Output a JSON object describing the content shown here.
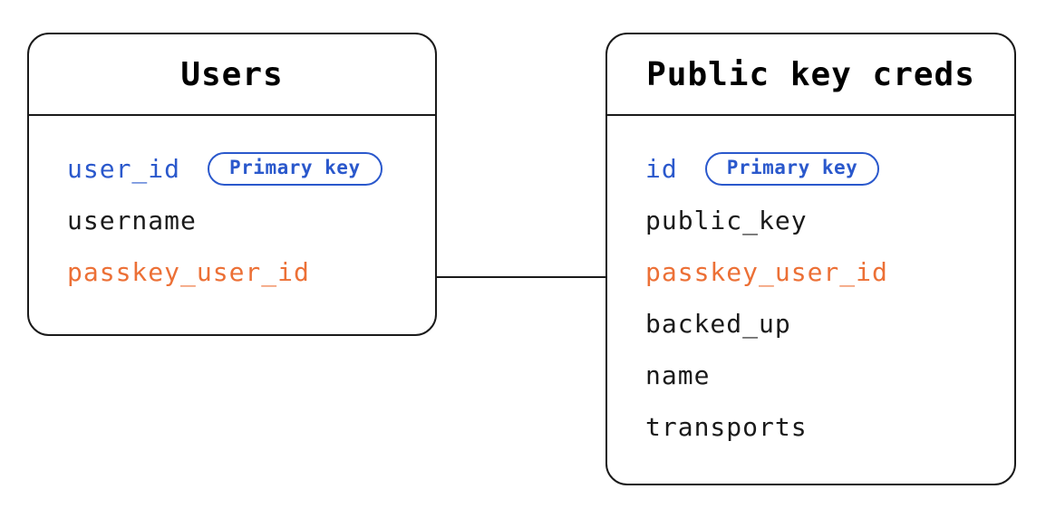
{
  "diagram": {
    "tables": [
      {
        "title": "Users",
        "fields": [
          {
            "name": "user_id",
            "badge": "Primary key",
            "color": "blue"
          },
          {
            "name": "username",
            "color": "default"
          },
          {
            "name": "passkey_user_id",
            "color": "orange"
          }
        ]
      },
      {
        "title": "Public key creds",
        "fields": [
          {
            "name": "id",
            "badge": "Primary key",
            "color": "blue"
          },
          {
            "name": "public_key",
            "color": "default"
          },
          {
            "name": "passkey_user_id",
            "color": "orange"
          },
          {
            "name": "backed_up",
            "color": "default"
          },
          {
            "name": "name",
            "color": "default"
          },
          {
            "name": "transports",
            "color": "default"
          }
        ]
      }
    ],
    "relationship": {
      "from_table": "Users",
      "from_field": "passkey_user_id",
      "to_table": "Public key creds",
      "to_field": "passkey_user_id"
    }
  },
  "colors": {
    "ink": "#1a1a1a",
    "blue": "#2a58cc",
    "orange": "#ec7036",
    "bg": "#ffffff"
  }
}
